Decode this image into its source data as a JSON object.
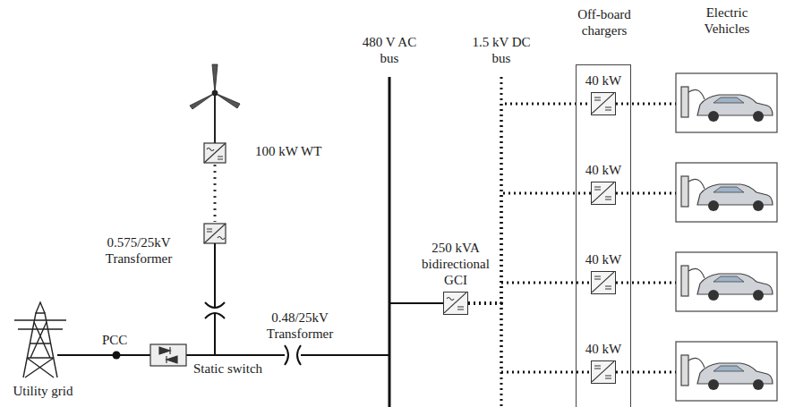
{
  "diagram": {
    "nodes": [
      {
        "text": [
          "250 kVA bidirectional GCI"
        ]
      },
      {
        "text": [
          "Off-board chargers"
        ]
      },
      {
        "text": [
          "40 kW"
        ],
        "in": 1
      },
      {
        "text": [
          "40 kW"
        ],
        "in": 1
      },
      {
        "text": [
          "40 kW"
        ],
        "in": 1
      },
      {
        "text": [
          "40 kW"
        ],
        "in": 1
      }
    ],
    "edges": [
      {
        "from": 0,
        "to": 2,
        "arrow": "none"
      },
      {
        "from": 0,
        "to": 3,
        "arrow": "none"
      },
      {
        "from": 0,
        "to": 4,
        "arrow": "none"
      },
      {
        "from": 0,
        "to": 5,
        "arrow": "none"
      }
    ],
    "labels": [
      "480 V AC bus",
      "1.5 kV DC bus",
      "Electric Vehicles",
      "100 kW WT",
      "0.575/25kV Transformer",
      "0.48/25kV Transformer",
      "PCC",
      "Static switch",
      "Utility grid"
    ]
  }
}
